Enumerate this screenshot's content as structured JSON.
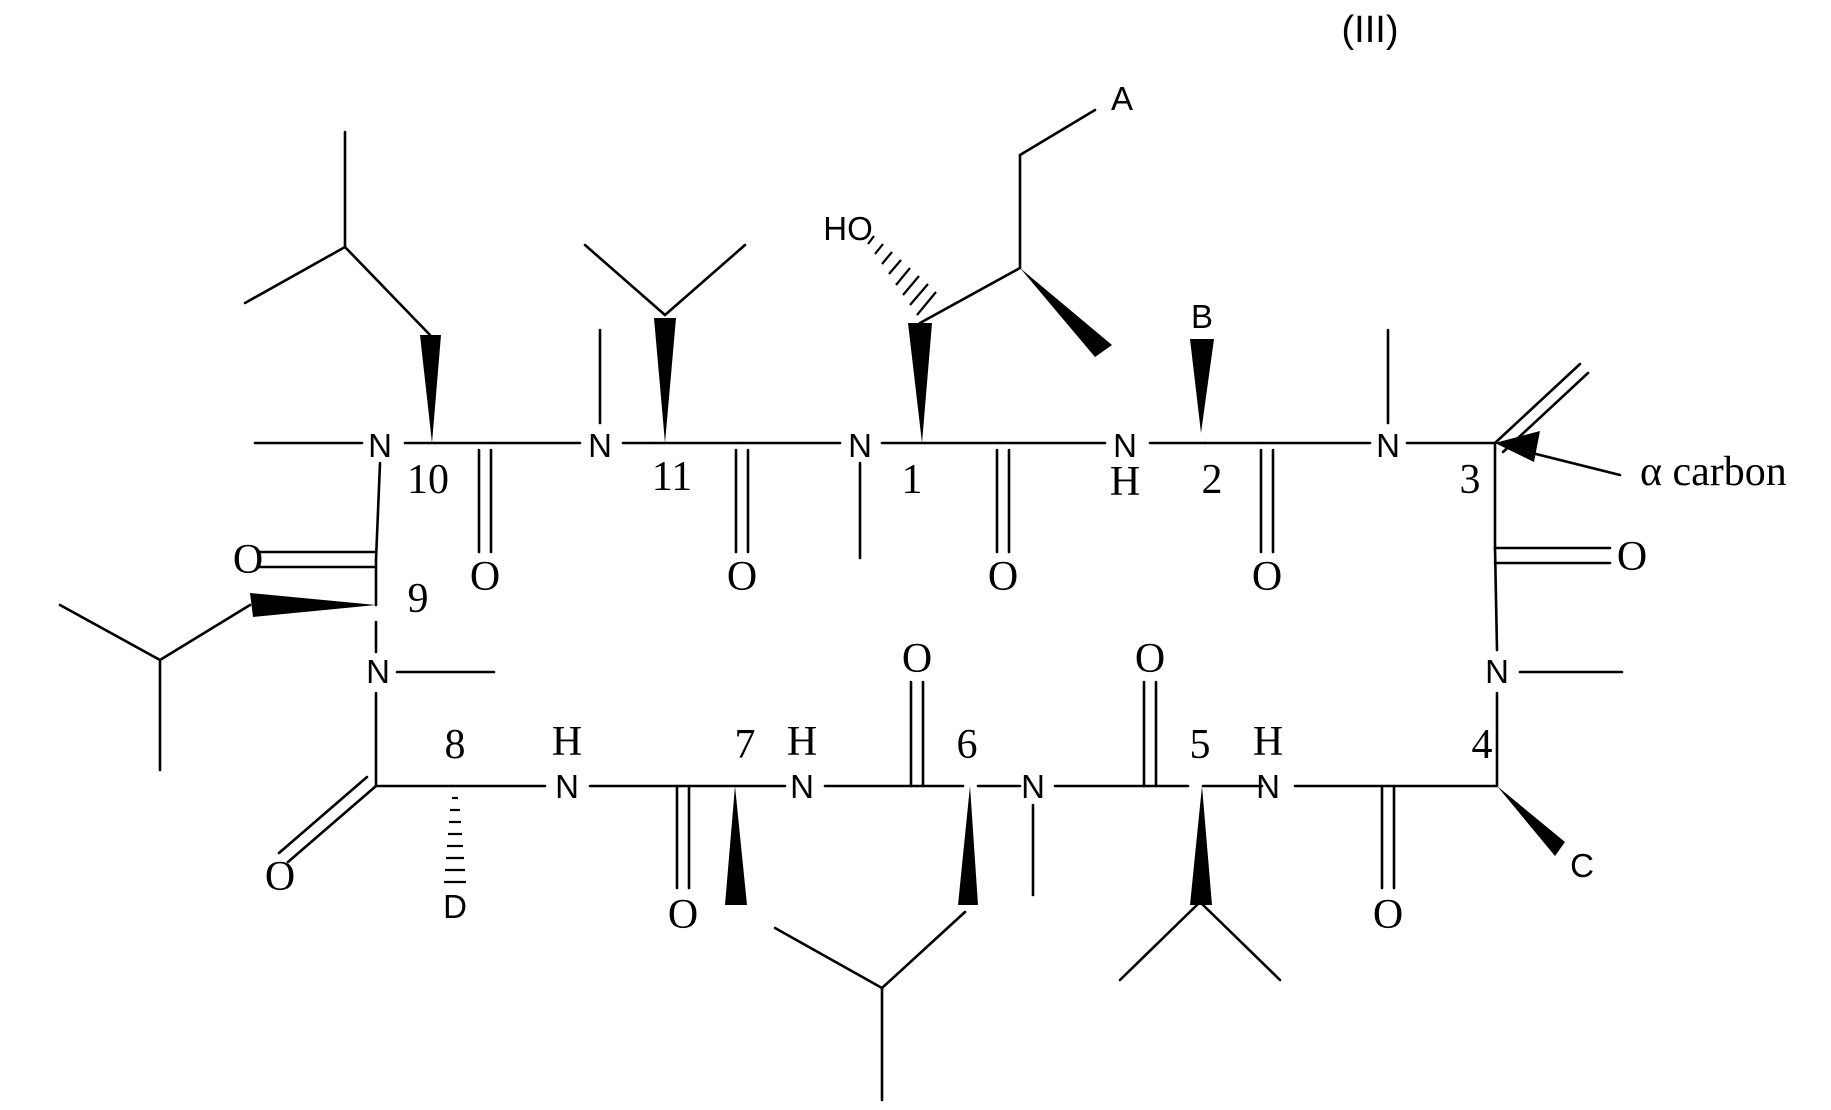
{
  "figure": {
    "label": "(III)",
    "alpha_annotation": "α carbon"
  },
  "residue_numbers": [
    "1",
    "2",
    "3",
    "4",
    "5",
    "6",
    "7",
    "8",
    "9",
    "10",
    "11"
  ],
  "substituents": {
    "a": "A",
    "b": "B",
    "c": "C",
    "d": "D"
  },
  "atoms": {
    "n": "N",
    "h": "H",
    "o": "O",
    "ho": "HO"
  }
}
